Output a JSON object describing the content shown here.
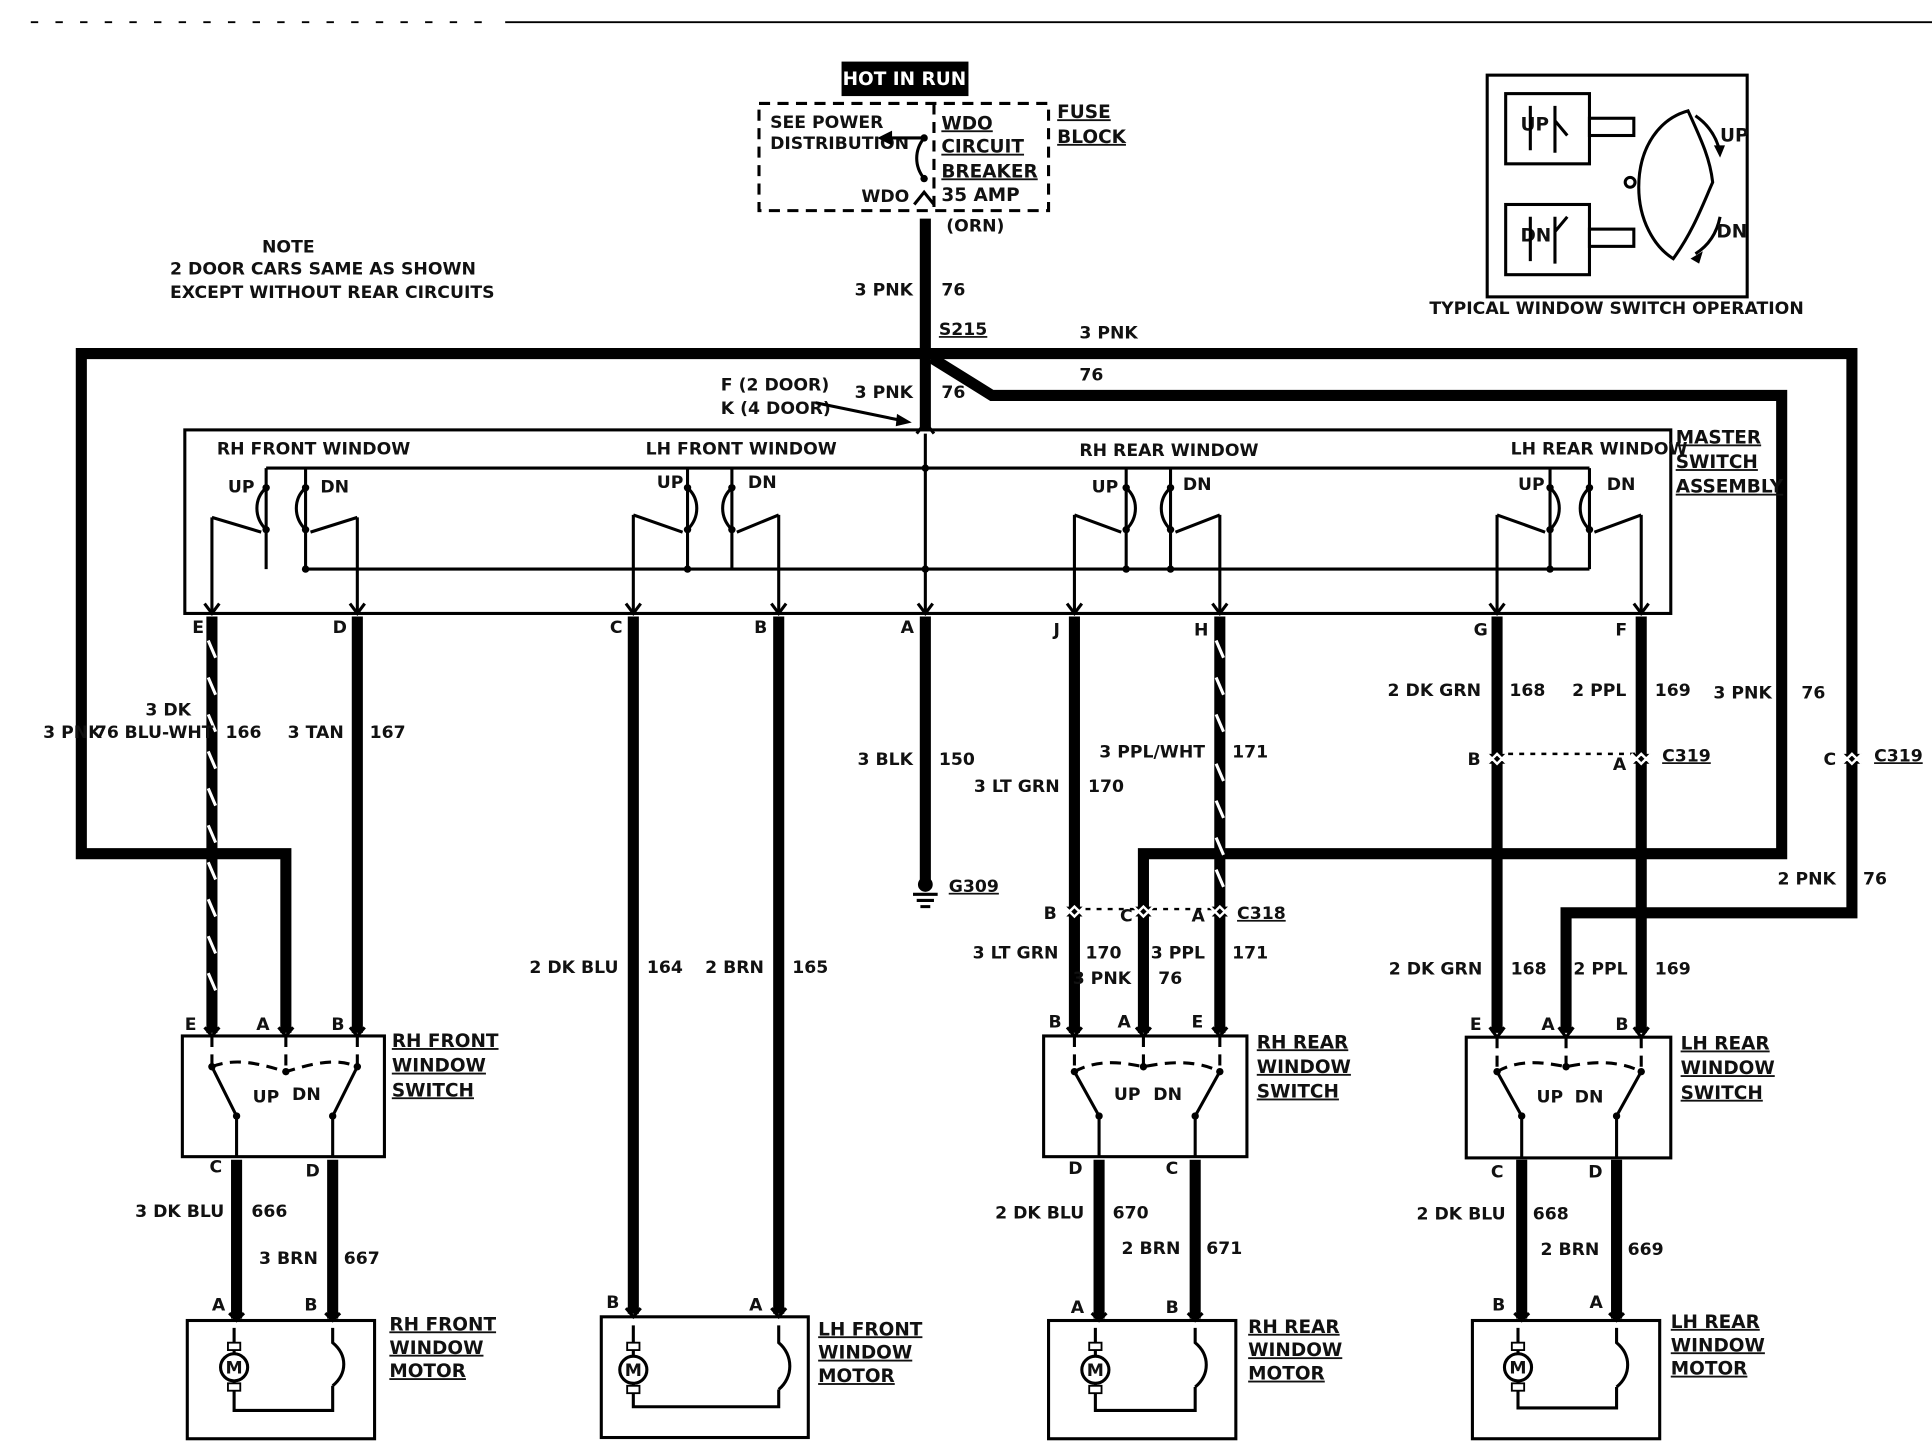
{
  "hot_badge": "HOT IN RUN",
  "fuse_block": {
    "see_power": "SEE POWER",
    "distribution": "DISTRIBUTION",
    "wdo": "WDO",
    "circuit": "CIRCUIT",
    "breaker": "BREAKER",
    "amp": "35 AMP",
    "term": "WDO",
    "orn": "(ORN)",
    "title1": "FUSE",
    "title2": "BLOCK"
  },
  "note": {
    "title": "NOTE",
    "line1": "2 DOOR CARS SAME AS SHOWN",
    "line2": "EXCEPT WITHOUT REAR CIRCUITS"
  },
  "inset": {
    "up": "UP",
    "dn": "DN",
    "caption": "TYPICAL WINDOW SWITCH OPERATION"
  },
  "splice": "S215",
  "ground": "G309",
  "connectors": {
    "c318": "C318",
    "c319": "C319"
  },
  "master": {
    "title1": "MASTER",
    "title2": "SWITCH",
    "title3": "ASSEMBLY",
    "rh_front": "RH FRONT WINDOW",
    "lh_front": "LH FRONT WINDOW",
    "rh_rear": "RH REAR WINDOW",
    "lh_rear": "LH REAR WINDOW",
    "up": "UP",
    "dn": "DN",
    "in_label1": "F (2 DOOR)",
    "in_label2": "K (4 DOOR)"
  },
  "terminals": [
    "E",
    "D",
    "C",
    "B",
    "A",
    "J",
    "H",
    "G",
    "F"
  ],
  "wires": {
    "feed_gauge": "3 PNK",
    "feed_circuit": "76",
    "top_gauge": "3 PNK",
    "top_circuit": "76",
    "sw_in_gauge": "3 PNK",
    "sw_in_circuit": "76",
    "left_gauge": "3 PNK",
    "left_circuit": "76",
    "w166_a": "3 DK",
    "w166_b": "BLU-WHT",
    "w166_c": "166",
    "w167_g": "3 TAN",
    "w167_c": "167",
    "w150_g": "3 BLK",
    "w150_c": "150",
    "w170_g": "3 LT GRN",
    "w170_c": "170",
    "w171_g": "3 PPL/WHT",
    "w171_c": "171",
    "w168_g": "2 DK GRN",
    "w168_c": "168",
    "w169_g": "2 PPL",
    "w169_c": "169",
    "right_gauge": "3 PNK",
    "right_circuit": "76",
    "w76b_g": "2 PNK",
    "w76b_c": "76",
    "w164_g": "2 DK BLU",
    "w164_c": "164",
    "w165_g": "2 BRN",
    "w165_c": "165",
    "w170b_g": "3 LT GRN",
    "w170b_c": "170",
    "w76c_g": "3 PNK",
    "w76c_c": "76",
    "w171b_g": "3 PPL",
    "w171b_c": "171",
    "w168b_g": "2 DK GRN",
    "w168b_c": "168",
    "w169b_g": "2 PPL",
    "w169b_c": "169",
    "w666_g": "3 DK BLU",
    "w666_c": "666",
    "w667_g": "3 BRN",
    "w667_c": "667",
    "w670_g": "2 DK BLU",
    "w670_c": "670",
    "w671_g": "2 BRN",
    "w671_c": "671",
    "w668_g": "2 DK BLU",
    "w668_c": "668",
    "w669_g": "2 BRN",
    "w669_c": "669"
  },
  "switches": {
    "rh_front": [
      "RH FRONT",
      "WINDOW",
      "SWITCH"
    ],
    "rh_rear": [
      "RH REAR",
      "WINDOW",
      "SWITCH"
    ],
    "lh_rear": [
      "LH REAR",
      "WINDOW",
      "SWITCH"
    ]
  },
  "motors": {
    "rh_front": [
      "RH FRONT",
      "WINDOW",
      "MOTOR"
    ],
    "lh_front": [
      "LH FRONT",
      "WINDOW",
      "MOTOR"
    ],
    "rh_rear": [
      "RH REAR",
      "WINDOW",
      "MOTOR"
    ],
    "lh_rear": [
      "LH REAR",
      "WINDOW",
      "MOTOR"
    ],
    "m": "M"
  }
}
